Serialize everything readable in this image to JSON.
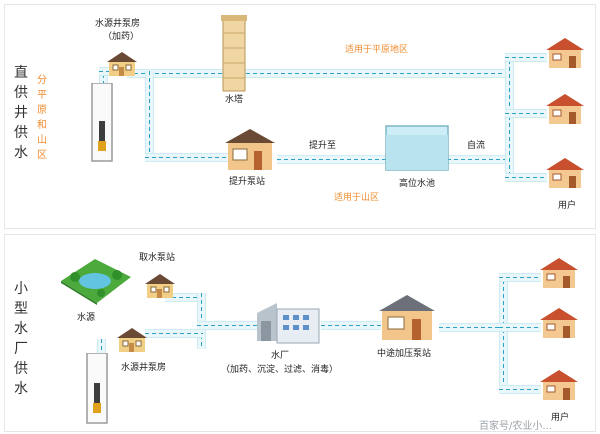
{
  "panel1": {
    "title": "直供井供水",
    "subtitle": "分平原和山区",
    "labels": {
      "well_house": "水源井泵房",
      "dosing": "（加药）",
      "tower": "水塔",
      "plain_use": "适用于平原地区",
      "lift_to": "提升至",
      "gravity": "自流",
      "pump_station": "提升泵站",
      "high_pool": "高位水池",
      "mountain_use": "适用于山区",
      "users": "用户"
    }
  },
  "panel2": {
    "title": "小型水厂供水",
    "labels": {
      "intake": "取水泵站",
      "source": "水源",
      "well_house": "水源井泵房",
      "plant": "水厂",
      "plant_process": "（加药、沉淀、过滤、消毒）",
      "booster": "中途加压泵站",
      "users": "用户"
    }
  },
  "watermark": "百家号/农业小..."
}
